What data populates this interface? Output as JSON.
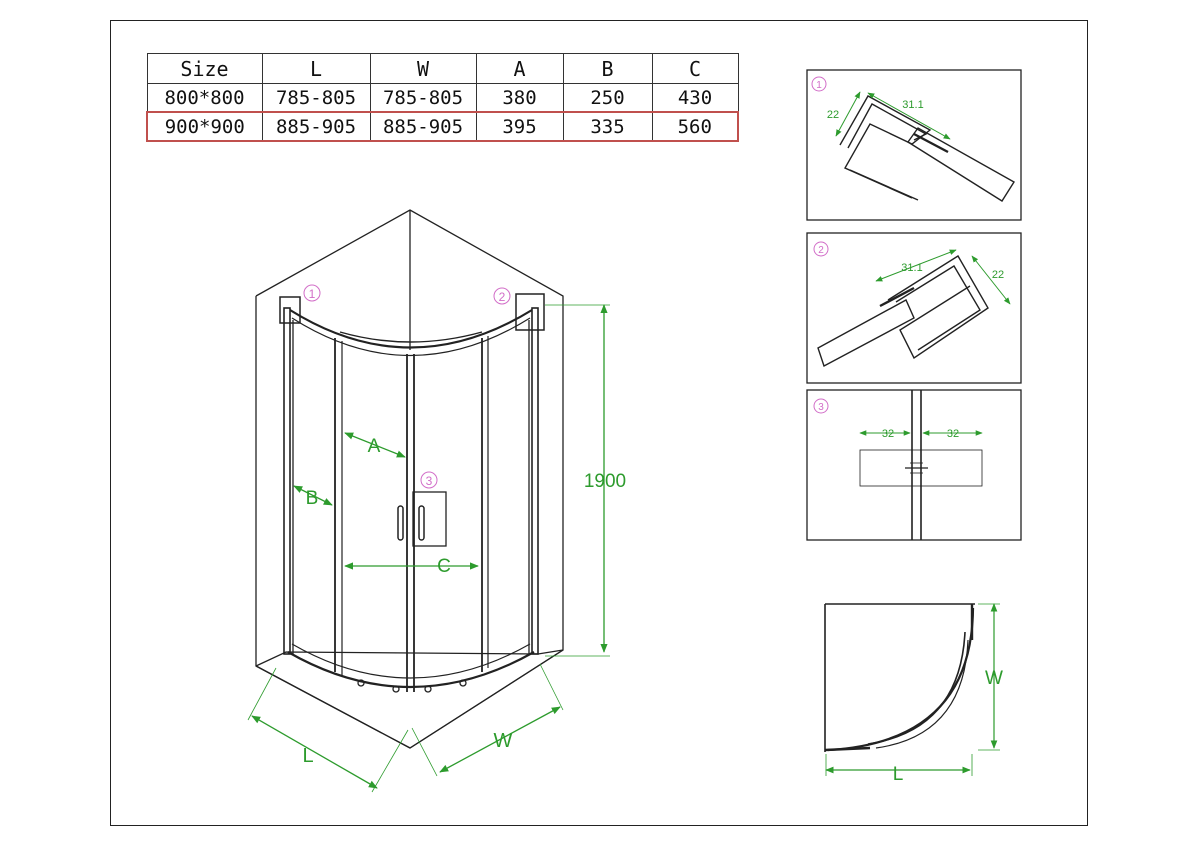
{
  "table": {
    "headers": [
      "Size",
      "L",
      "W",
      "A",
      "B",
      "C"
    ],
    "rows": [
      [
        "800*800",
        "785-805",
        "785-805",
        "380",
        "250",
        "430"
      ],
      [
        "900*900",
        "885-905",
        "885-905",
        "395",
        "335",
        "560"
      ]
    ],
    "highlight_row": 1,
    "highlight_color": "#c0504d"
  },
  "main_view": {
    "label_a": "A",
    "label_b": "B",
    "label_c": "C",
    "label_l": "L",
    "label_w": "W",
    "height_label": "1900",
    "callout_1": "1",
    "callout_2": "2",
    "callout_3": "3"
  },
  "detail_1": {
    "callout": "1",
    "dim_width": "31.1",
    "dim_height": "22"
  },
  "detail_2": {
    "callout": "2",
    "dim_width": "31.1",
    "dim_height": "22"
  },
  "detail_3": {
    "callout": "3",
    "dim_left": "32",
    "dim_right": "32"
  },
  "plan_view": {
    "label_w": "W",
    "label_l": "L"
  },
  "colors": {
    "line": "#222222",
    "dimension": "#2d9b2d",
    "callout": "#d26ec8"
  }
}
